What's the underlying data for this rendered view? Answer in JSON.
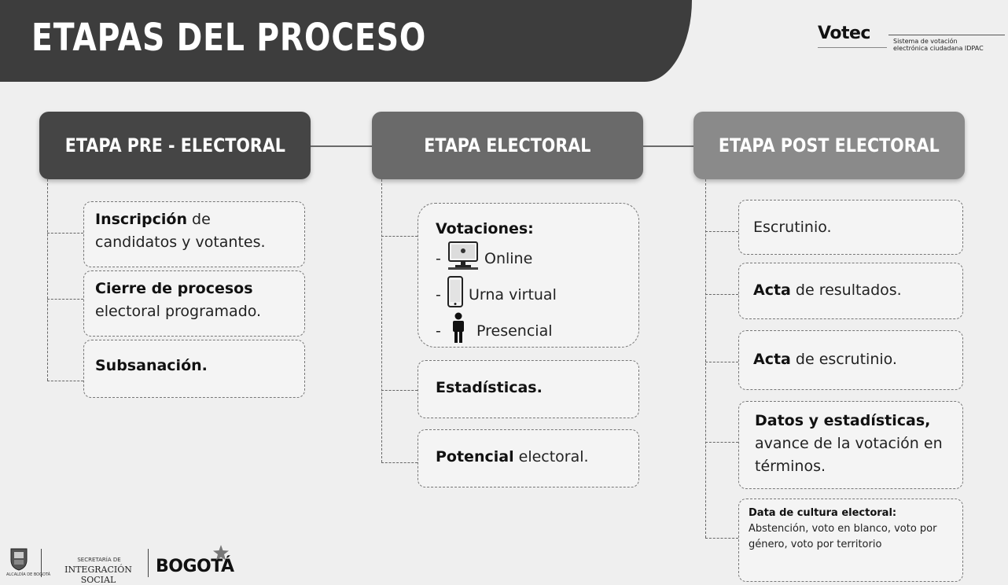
{
  "banner": {
    "title": "ETAPAS DEL PROCESO"
  },
  "logo": {
    "name": "Votec",
    "tagline_1": "Sistema de votación",
    "tagline_2": "electrónica ciudadana IDPAC"
  },
  "stages": {
    "pre": {
      "title": "ETAPA PRE - ELECTORAL",
      "cards": [
        {
          "bold": "Inscripción",
          "rest": " de candidatos y votantes."
        },
        {
          "bold": "Cierre de procesos",
          "rest": " electoral programado."
        },
        {
          "bold": "Subsanación.",
          "rest": ""
        }
      ]
    },
    "electoral": {
      "title": "ETAPA ELECTORAL",
      "votaciones": {
        "label": "Votaciones:",
        "items": [
          {
            "dash": "-",
            "label": "Online",
            "icon": "monitor-icon"
          },
          {
            "dash": "-",
            "label": "Urna virtual",
            "icon": "phone-icon"
          },
          {
            "dash": "-",
            "label": "Presencial",
            "icon": "person-icon"
          }
        ]
      },
      "cards": [
        {
          "bold": "Estadísticas.",
          "rest": ""
        },
        {
          "bold": "Potencial",
          "rest": " electoral."
        }
      ]
    },
    "post": {
      "title": "ETAPA POST ELECTORAL",
      "cards": [
        {
          "bold": "",
          "rest": "Escrutinio."
        },
        {
          "bold": "Acta",
          "rest": " de resultados."
        },
        {
          "bold": "Acta",
          "rest": " de escrutinio."
        },
        {
          "bold": "Datos y estadísticas,",
          "rest": " avance de la votación en términos."
        },
        {
          "bold": "Data de cultura electoral:",
          "rest": "Abstención, voto en blanco, voto por género, voto por territorio"
        }
      ]
    }
  },
  "footer": {
    "shield_label": "ALCALDÍA DE BOGOTÁ",
    "secretaria": "SECRETARÍA DE",
    "integracion": "INTEGRACIÓN SOCIAL",
    "bogota": "BOGOTÁ"
  },
  "colors": {
    "banner": "#3d3d3d",
    "pre_header": "#454545",
    "electoral_header": "#6a6a6a",
    "post_header": "#8a8a8a"
  }
}
